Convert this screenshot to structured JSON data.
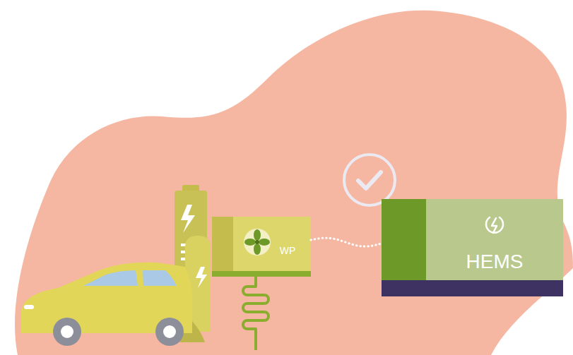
{
  "diagram": {
    "nodes": [
      {
        "text": [
          "WP"
        ]
      },
      {
        "text": [
          "HEMS"
        ]
      }
    ],
    "edges": [
      {
        "from": 0,
        "to": 1,
        "arrow": "none"
      }
    ]
  }
}
